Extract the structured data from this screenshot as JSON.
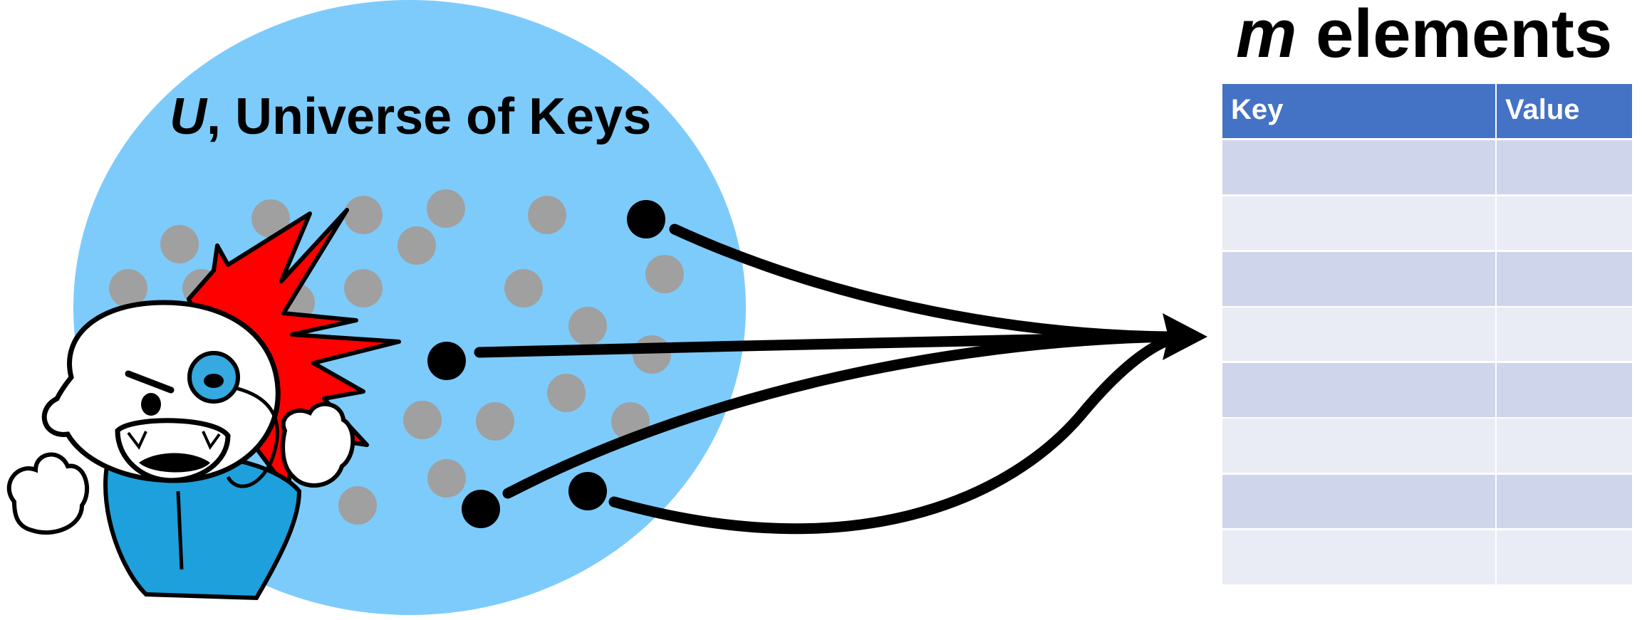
{
  "universe": {
    "symbol": "U",
    "label": ", Universe of Keys"
  },
  "table_title": {
    "symbol": "m",
    "label": " elements"
  },
  "table": {
    "headers": [
      "Key",
      "Value"
    ],
    "row_count": 8
  },
  "colors": {
    "universe_fill": "#7dcbfb",
    "gray_key": "#a0a0a0",
    "selected_key": "#000000",
    "header_fill": "#4472c4",
    "row_dark": "#cfd5ea",
    "row_light": "#e9ebf5",
    "explosion": "#ff0000",
    "character_coat": "#1ea0dc"
  },
  "icons": [
    "angry-professor-icon"
  ]
}
